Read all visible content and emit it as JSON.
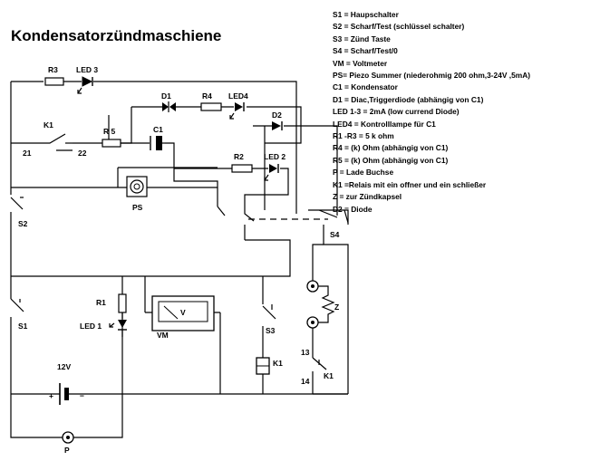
{
  "title": "Kondensatorzündmaschiene",
  "legend": [
    "S1 = Haupschalter",
    "S2 = Scharf/Test (schlüssel schalter)",
    "S3 = Zünd Taste",
    "S4 = Scharf/Test/0",
    "VM = Voltmeter",
    "PS= Piezo Summer (niederohmig 200 ohm,3-24V ,5mA)",
    "C1 = Kondensator",
    "D1 = Diac,Triggerdiode (abhängig von C1)",
    "LED 1-3 = 2mA (low currend Diode)",
    "LED4 = Kontrolllampe für C1",
    "R1 -R3 = 5 k ohm",
    "R4 = (k) Ohm  (abhängig von C1)",
    "R5 = (k) Ohm  (abhängig von C1)",
    "P = Lade Buchse",
    "K1 =Relais mit ein offner und ein schließer",
    "Z = zur Zündkapsel",
    "D2 = Diode"
  ],
  "labels": {
    "r3": "R3",
    "led3": "LED 3",
    "d1": "D1",
    "r4": "R4",
    "led4": "LED4",
    "d2": "D2",
    "k1_top": "K1",
    "k1_21": "21",
    "k1_22": "22",
    "r5": "R 5",
    "c1": "C1",
    "r2": "R2",
    "led2": "LED 2",
    "ps": "PS",
    "s2": "S2",
    "s4": "S4",
    "s1": "S1",
    "r1": "R1",
    "led1": "LED 1",
    "vm": "VM",
    "s3": "S3",
    "z": "Z",
    "k1_13": "13",
    "k1_14": "14",
    "k1_coil": "K1",
    "k1_contact": "K1",
    "battery": "12V",
    "plus": "+",
    "minus": "−",
    "p": "P"
  },
  "icons": {
    "voltmeter": "V",
    "piezo": "piezo-buzzer-icon",
    "led": "led-icon",
    "diode": "diode-icon",
    "resistor": "resistor-icon",
    "capacitor": "capacitor-icon",
    "switch": "switch-icon",
    "relay": "relay-coil-icon",
    "socket": "socket-icon"
  }
}
